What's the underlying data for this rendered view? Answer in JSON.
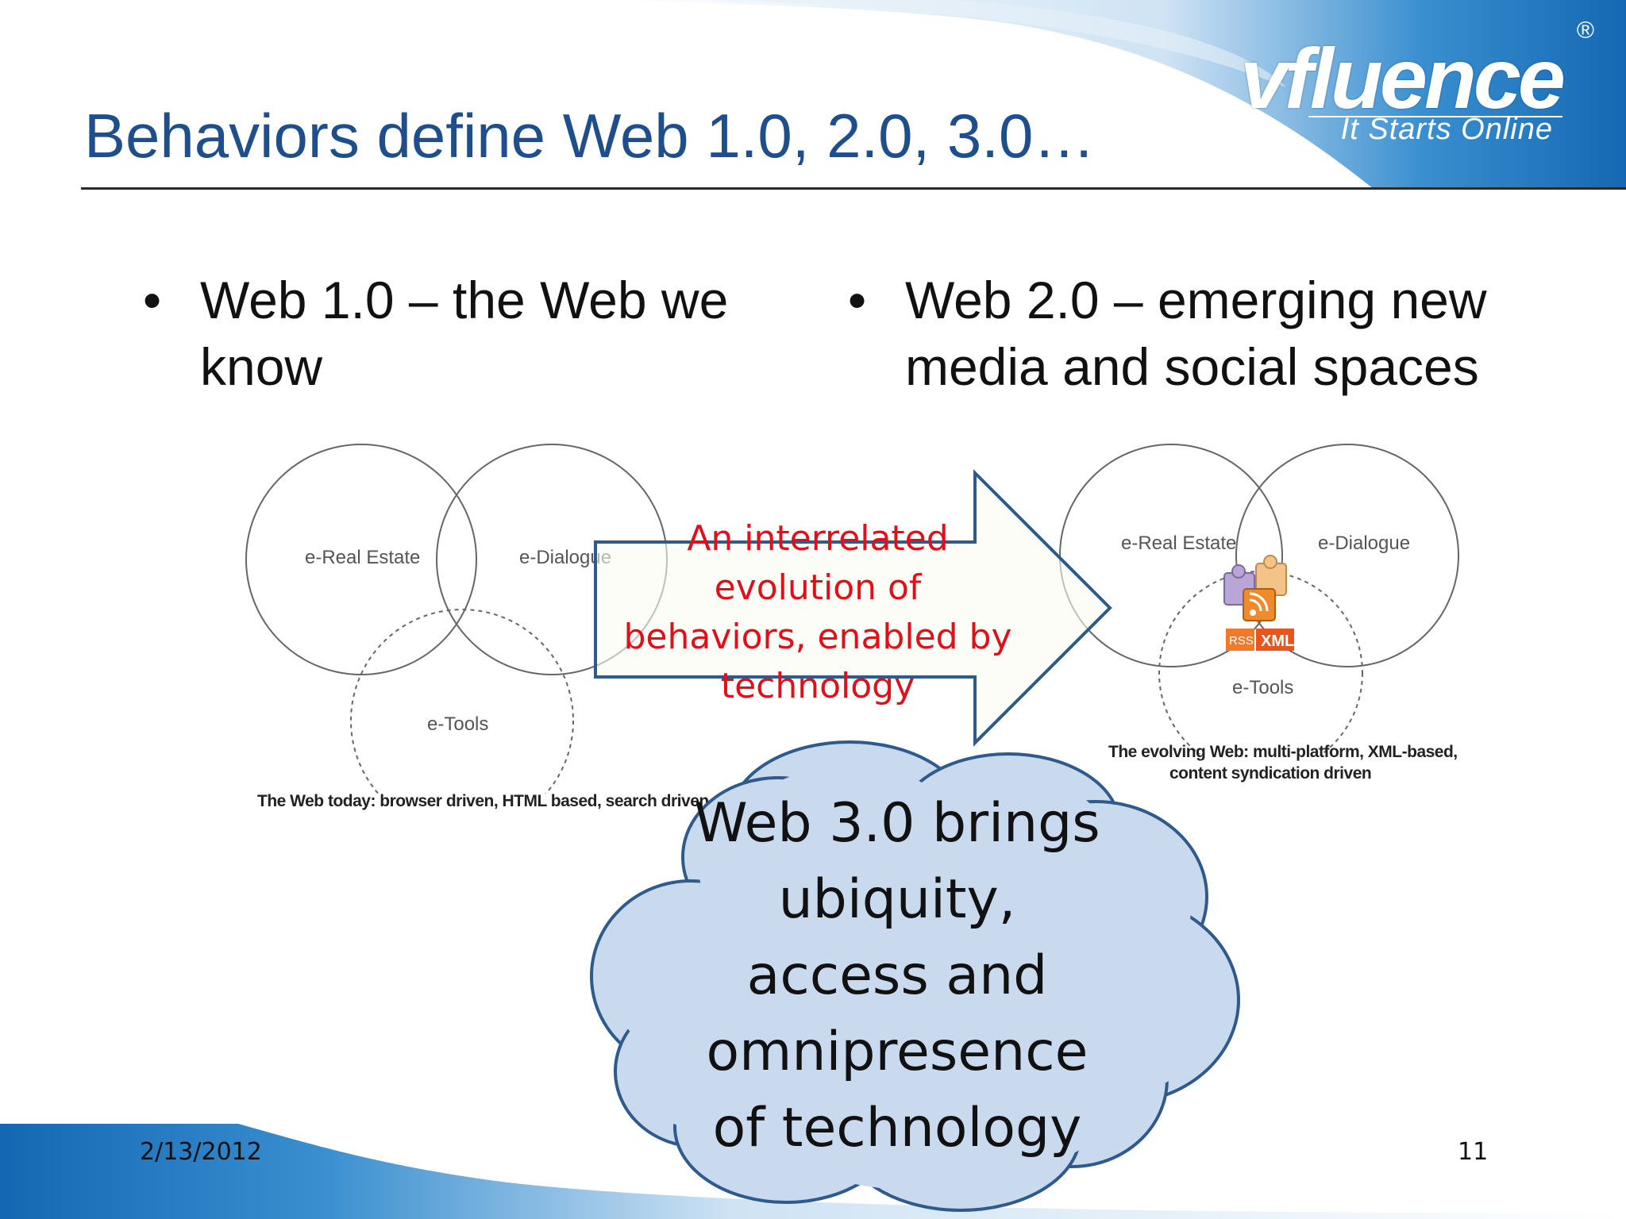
{
  "logo": {
    "name": "vfluence",
    "registered": "®",
    "tagline": "It Starts Online"
  },
  "title": "Behaviors define Web 1.0, 2.0, 3.0…",
  "bullets": {
    "left": {
      "marker": "•",
      "line1": "Web 1.0 – the Web we",
      "line2": "know"
    },
    "right": {
      "marker": "•",
      "line1": "Web 2.0 – emerging new",
      "line2": "media and social spaces"
    }
  },
  "diagram_web1": {
    "labels": {
      "real_estate": "e-Real Estate",
      "dialogue": "e-Dialogue",
      "tools": "e-Tools"
    },
    "caption": "The Web today: browser driven, HTML based, search driven"
  },
  "diagram_web2": {
    "labels": {
      "real_estate": "e-Real Estate",
      "dialogue": "e-Dialogue",
      "tools": "e-Tools"
    },
    "badges": {
      "rss": "RSS",
      "xml": "XML"
    },
    "caption_line1": "The evolving Web: multi-platform, XML-based,",
    "caption_line2": "content syndication driven"
  },
  "arrow": {
    "lines": [
      "An interrelated",
      "evolution of",
      "behaviors, enabled by",
      "technology"
    ]
  },
  "cloud": {
    "lines": [
      "Web 3.0 brings",
      "ubiquity,",
      "access and",
      "omnipresence",
      "of technology"
    ]
  },
  "footer": {
    "date": "2/13/2012",
    "page": "11"
  },
  "colors": {
    "title": "#1f4e8c",
    "swoosh": "#1a78c2",
    "arrow_text": "#e0101a",
    "cloud_fill": "#c9d9ee",
    "cloud_stroke": "#2e5a8c"
  }
}
